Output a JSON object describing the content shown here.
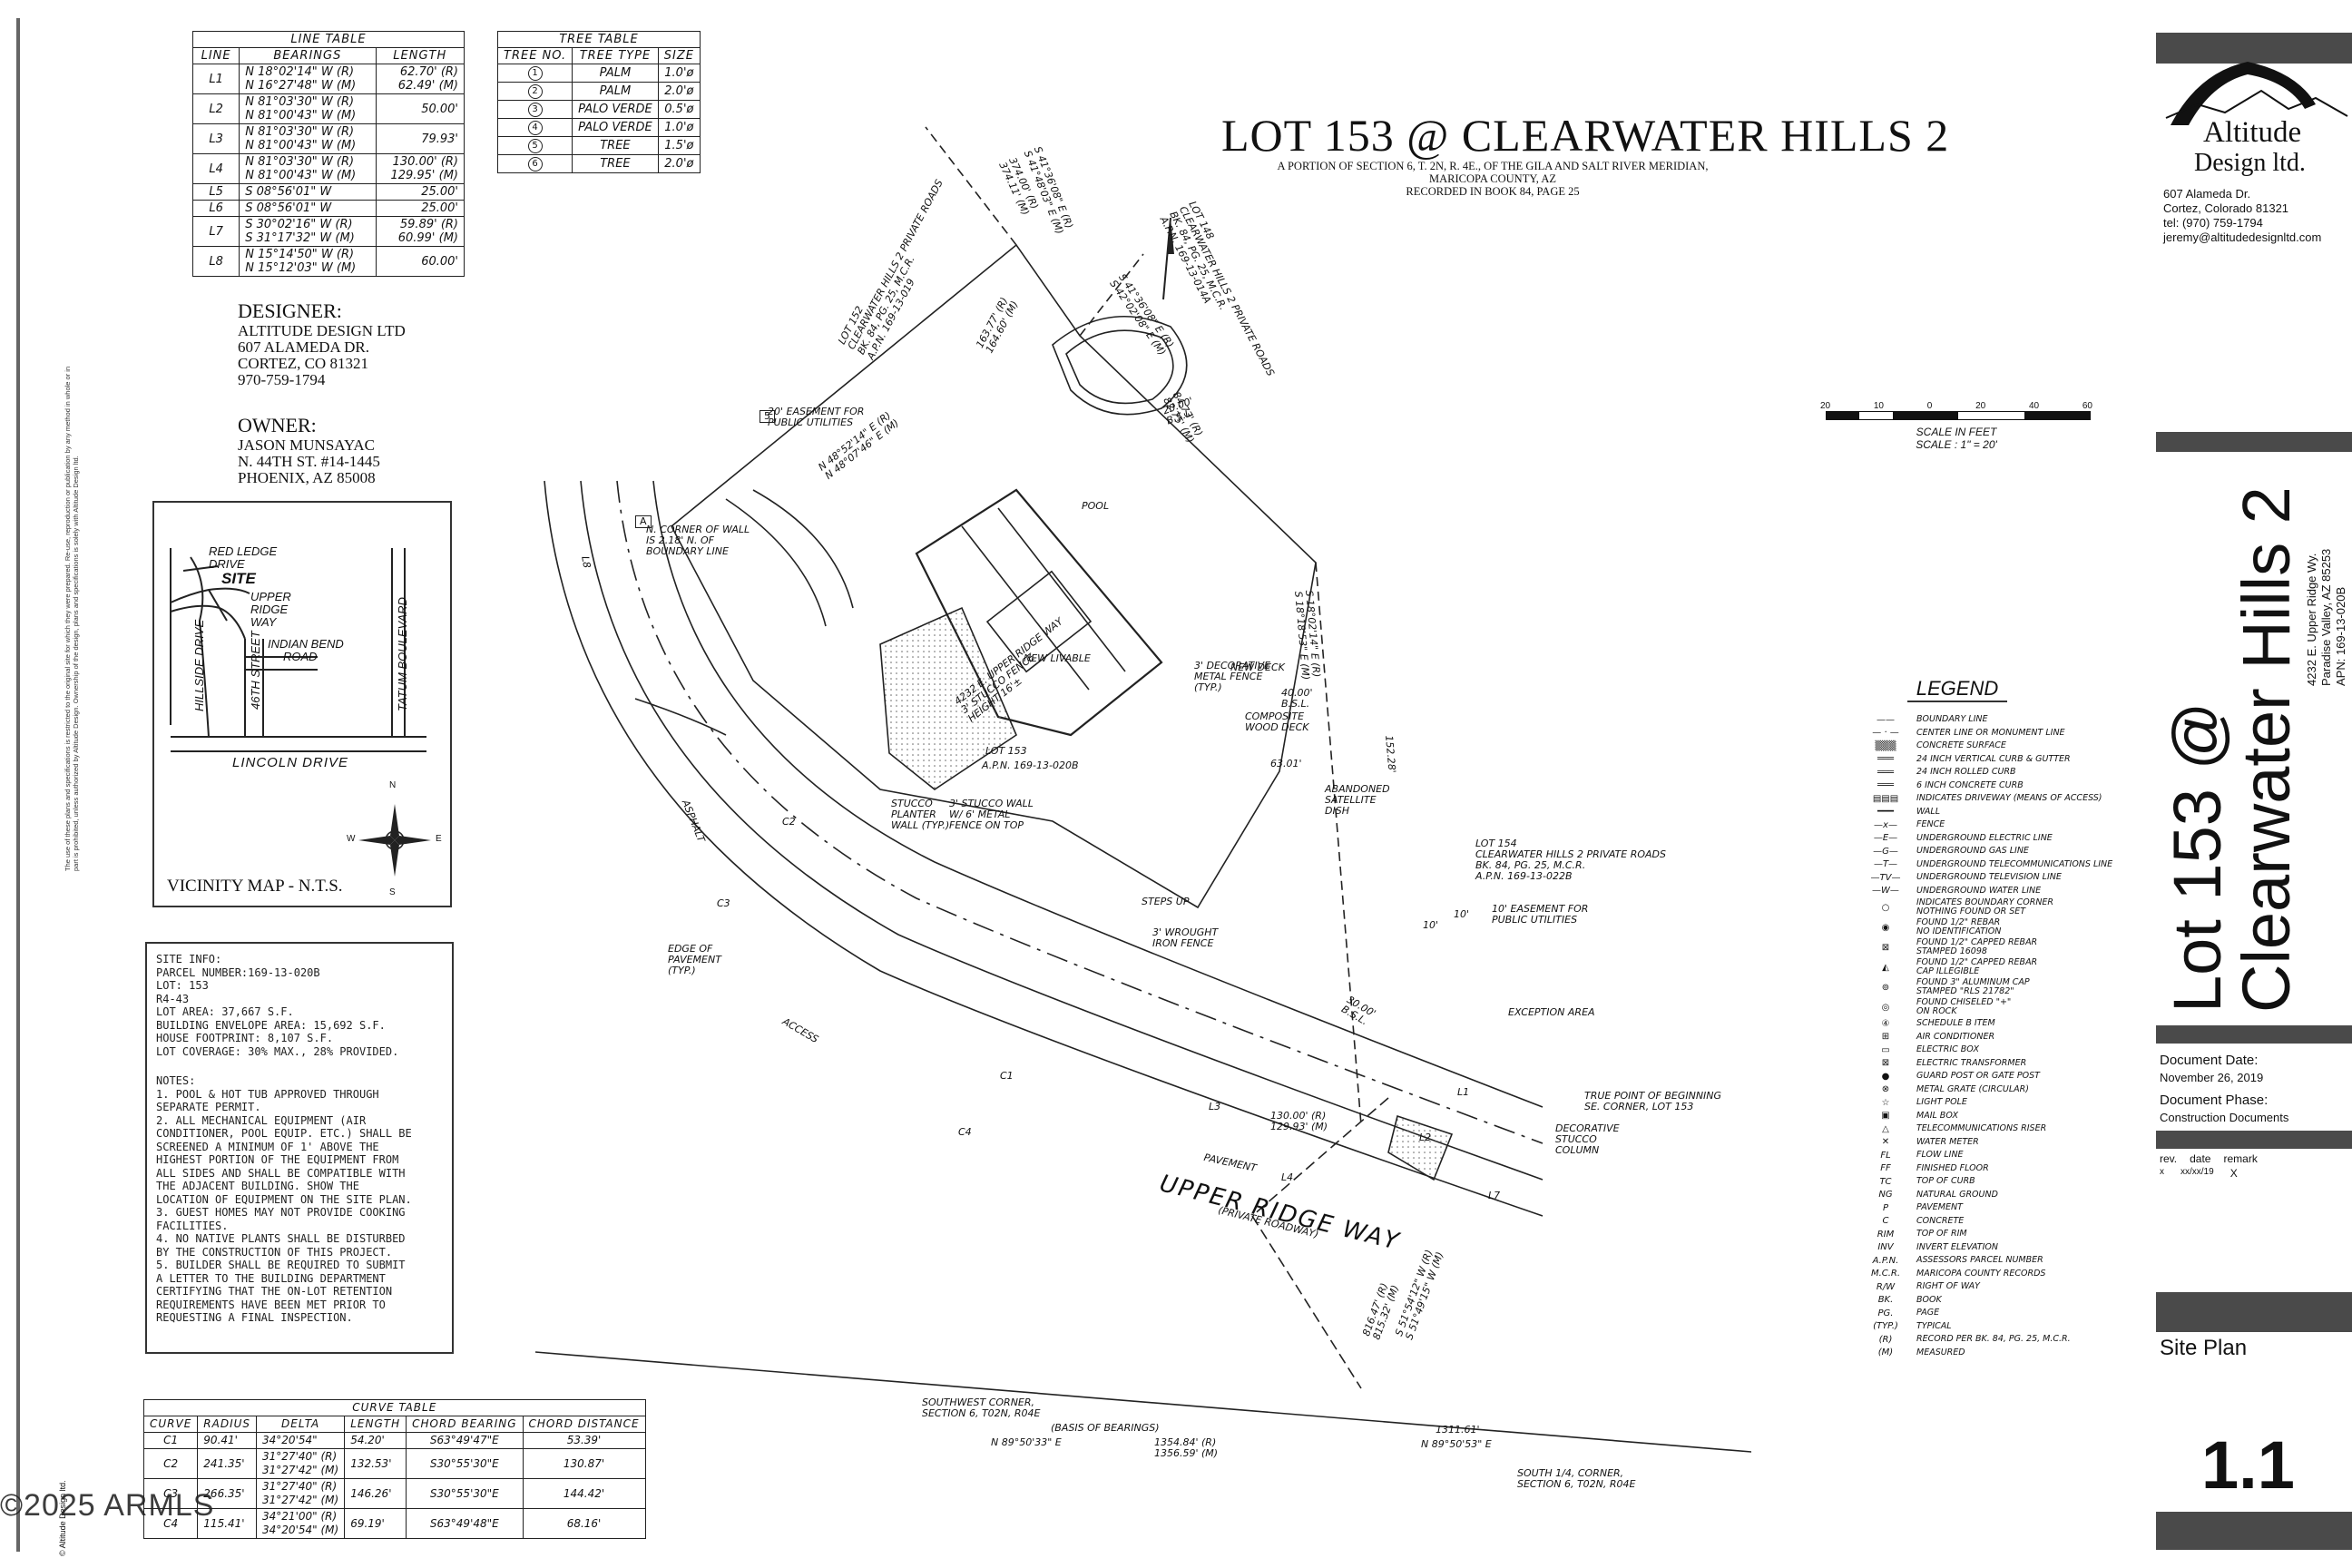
{
  "watermark": "©2025 ARMLS",
  "title": {
    "main": "LOT 153 @ CLEARWATER HILLS 2",
    "sub1": "A PORTION OF SECTION 6, T. 2N, R. 4E., OF THE GILA AND SALT RIVER MERIDIAN,",
    "sub2": "MARICOPA COUNTY, AZ",
    "sub3": "RECORDED IN BOOK 84, PAGE 25"
  },
  "line_table": {
    "title": "LINE TABLE",
    "headers": [
      "LINE",
      "BEARINGS",
      "LENGTH"
    ],
    "rows": [
      {
        "line": "L1",
        "bearings": [
          "N 18°02'14\" W (R)",
          "N 16°27'48\" W (M)"
        ],
        "lengths": [
          "62.70' (R)",
          "62.49' (M)"
        ]
      },
      {
        "line": "L2",
        "bearings": [
          "N 81°03'30\" W (R)",
          "N 81°00'43\" W (M)"
        ],
        "lengths": [
          "50.00'"
        ]
      },
      {
        "line": "L3",
        "bearings": [
          "N 81°03'30\" W (R)",
          "N 81°00'43\" W (M)"
        ],
        "lengths": [
          "79.93'"
        ]
      },
      {
        "line": "L4",
        "bearings": [
          "N 81°03'30\" W (R)",
          "N 81°00'43\" W (M)"
        ],
        "lengths": [
          "130.00' (R)",
          "129.95' (M)"
        ]
      },
      {
        "line": "L5",
        "bearings": [
          "S 08°56'01\" W"
        ],
        "lengths": [
          "25.00'"
        ]
      },
      {
        "line": "L6",
        "bearings": [
          "S 08°56'01\" W"
        ],
        "lengths": [
          "25.00'"
        ]
      },
      {
        "line": "L7",
        "bearings": [
          "S 30°02'16\" W (R)",
          "S 31°17'32\" W (M)"
        ],
        "lengths": [
          "59.89' (R)",
          "60.99' (M)"
        ]
      },
      {
        "line": "L8",
        "bearings": [
          "N 15°14'50\" W (R)",
          "N 15°12'03\" W (M)"
        ],
        "lengths": [
          "60.00'"
        ]
      }
    ]
  },
  "tree_table": {
    "title": "TREE TABLE",
    "headers": [
      "TREE NO.",
      "TREE TYPE",
      "SIZE"
    ],
    "rows": [
      {
        "no": "1",
        "type": "PALM",
        "size": "1.0'ø"
      },
      {
        "no": "2",
        "type": "PALM",
        "size": "2.0'ø"
      },
      {
        "no": "3",
        "type": "PALO VERDE",
        "size": "0.5'ø"
      },
      {
        "no": "4",
        "type": "PALO VERDE",
        "size": "1.0'ø"
      },
      {
        "no": "5",
        "type": "TREE",
        "size": "1.5'ø"
      },
      {
        "no": "6",
        "type": "TREE",
        "size": "2.0'ø"
      }
    ]
  },
  "designer": {
    "heading": "DESIGNER:",
    "lines": [
      "ALTITUDE DESIGN LTD",
      "607 ALAMEDA DR.",
      "CORTEZ, CO  81321",
      "970-759-1794"
    ]
  },
  "owner": {
    "heading": "OWNER:",
    "lines": [
      "JASON MUNSAYAC",
      "N. 44TH ST. #14-1445",
      "PHOENIX, AZ  85008"
    ]
  },
  "vicinity_map": {
    "title": "VICINITY MAP - N.T.S.",
    "labels": {
      "red_ledge": "RED LEDGE",
      "drive": "DRIVE",
      "site": "SITE",
      "upper": "UPPER",
      "ridge": "RIDGE",
      "way": "WAY",
      "indian_bend": "INDIAN BEND",
      "road": "ROAD",
      "street_46": "46TH STREET",
      "hillside": "HILLSIDE DRIVE",
      "tatum": "TATUM BOULEVARD",
      "lincoln": "LINCOLN DRIVE",
      "north": "N",
      "south": "S",
      "east": "E",
      "west": "W"
    }
  },
  "site_info": {
    "heading": "SITE INFO:",
    "lines": [
      "PARCEL NUMBER:169-13-020B",
      "LOT: 153",
      "R4-43",
      "LOT AREA: 37,667 S.F.",
      "BUILDING ENVELOPE AREA: 15,692 S.F.",
      "HOUSE FOOTPRINT: 8,107 S.F.",
      "LOT COVERAGE: 30% MAX., 28% PROVIDED."
    ]
  },
  "notes": {
    "heading": "NOTES:",
    "items": [
      "1. POOL & HOT TUB APPROVED THROUGH\nSEPARATE PERMIT.",
      "2. ALL MECHANICAL EQUIPMENT (AIR\nCONDITIONER, POOL EQUIP. ETC.) SHALL BE\nSCREENED A MINIMUM OF 1' ABOVE THE\nHIGHEST PORTION OF THE EQUIPMENT FROM\nALL SIDES AND SHALL BE COMPATIBLE WITH\nTHE ADJACENT BUILDING.  SHOW THE\nLOCATION OF EQUIPMENT ON THE SITE PLAN.",
      "3. GUEST HOMES MAY NOT PROVIDE COOKING\nFACILITIES.",
      "4. NO NATIVE PLANTS SHALL BE DISTURBED\nBY THE CONSTRUCTION OF THIS PROJECT.",
      "5. BUILDER SHALL BE REQUIRED TO SUBMIT\nA LETTER TO THE BUILDING DEPARTMENT\nCERTIFYING THAT THE ON-LOT RETENTION\nREQUIREMENTS HAVE BEEN MET PRIOR TO\nREQUESTING A FINAL INSPECTION."
    ]
  },
  "curve_table": {
    "title": "CURVE TABLE",
    "headers": [
      "CURVE",
      "RADIUS",
      "DELTA",
      "LENGTH",
      "CHORD BEARING",
      "CHORD DISTANCE"
    ],
    "rows": [
      {
        "curve": "C1",
        "radius": "90.41'",
        "delta": [
          "34°20'54\""
        ],
        "length": "54.20'",
        "bearing": "S63°49'47\"E",
        "distance": "53.39'"
      },
      {
        "curve": "C2",
        "radius": "241.35'",
        "delta": [
          "31°27'40\" (R)",
          "31°27'42\" (M)"
        ],
        "length": "132.53'",
        "bearing": "S30°55'30\"E",
        "distance": "130.87'"
      },
      {
        "curve": "C3",
        "radius": "266.35'",
        "delta": [
          "31°27'40\" (R)",
          "31°27'42\" (M)"
        ],
        "length": "146.26'",
        "bearing": "S30°55'30\"E",
        "distance": "144.42'"
      },
      {
        "curve": "C4",
        "radius": "115.41'",
        "delta": [
          "34°21'00\" (R)",
          "34°20'54\" (M)"
        ],
        "length": "69.19'",
        "bearing": "S63°49'48\"E",
        "distance": "68.16'"
      }
    ]
  },
  "side_disclaimer": "The use of these plans and specifications is restricted to the original site for which they were prepared. Re-use, reproduction or publication by any method in whole or in part is prohibited, unless authorized by Altitude Design. Ownership of the design, plans and specifications is solely with Altitude Design ltd.",
  "side_copyright": "© Altitude Design ltd.",
  "plan_labels": {
    "pool": "POOL",
    "new_livable": "NEW LIVABLE",
    "decorative_fence": "3' DECORATIVE\nMETAL FENCE\n(TYP.)",
    "new_deck": "NEW DECK",
    "composite_deck": "COMPOSITE\nWOOD DECK",
    "satellite": "ABANDONED\nSATELLITE\nDISH",
    "lot153": "LOT 153",
    "lot153_apn": "A.P.N. 169-13-020B",
    "address_block": "4232 E. UPPER RIDGE WAY\n3' STUCCO FENCE\nHEIGHT 16'±",
    "stucco_planter": "STUCCO\nPLANTER\nWALL (TYP.)",
    "stucco_wall": "3' STUCCO WALL\nW/ 6' METAL\nFENCE ON TOP",
    "steps_up": "STEPS UP",
    "iron_fence": "3' WROUGHT\nIRON FENCE",
    "edge_pavement": "EDGE OF\nPAVEMENT\n(TYP.)",
    "asphalt": "ASPHALT",
    "access": "ACCESS",
    "lot154": "LOT 154\nCLEARWATER HILLS 2 PRIVATE ROADS\nBK. 84, PG. 25, M.C.R.\nA.P.N. 169-13-022B",
    "easement10": "10' EASEMENT FOR\nPUBLIC UTILITIES",
    "exception_area": "EXCEPTION AREA",
    "tpob": "TRUE POINT OF BEGINNING\nSE. CORNER, LOT 153",
    "decorative_column": "DECORATIVE\nSTUCCO\nCOLUMN",
    "pavement": "PAVEMENT",
    "upper_ridge": "UPPER RIDGE WAY",
    "private_roadway": "(PRIVATE ROADWAY)",
    "sw_corner": "SOUTHWEST CORNER,\nSECTION 6, T02N, R04E",
    "basis": "(BASIS OF BEARINGS)",
    "bearing1": "N 89°50'33\" E",
    "dist1": "1354.84' (R)\n1356.59' (M)",
    "dist2": "1311.61'",
    "bearing2": "N 89°50'53\" E",
    "south_quarter": "SOUTH 1/4, CORNER,\nSECTION 6, T02N, R04E",
    "diag_dist": "816.47' (R)\n815.32' (M)",
    "diag_bearing": "S 51°54'12\" W (R)\nS 51°49'15\" W (M)",
    "lot152": "LOT 152\nCLEARWATER HILLS 2 PRIVATE ROADS\nBK. 84, PG. 25, M.C.R.\nA.P.N. 169-13-019",
    "lot148": "LOT 148\nCLEARWATER HILLS 2 PRIVATE ROADS\nBK. 84, PG. 25, M.C.R.\nA.P.N. 169-13-014A",
    "easement20": "20' EASEMENT FOR\nPUBLIC UTILITIES",
    "corner_wall": "N. CORNER OF WALL\nIS 2.18' N. OF\nBOUNDARY LINE",
    "dims_top": "163.77' (R)\n164.60' (M)",
    "bearing_top": "N 48°52'14\" E (R)\nN 48°07'46\" E (M)",
    "dims_topright": "84.73' (R)\n82.75' (M)",
    "bearing_topright": "S 41°36'08\" E (R)\nS 42°02'08\" E (M)",
    "dims_far": "374.00' (R)\n374.11' (M)",
    "bearing_far": "S 41°36'08\" E (R)\nS 41°48'03\" E (M)",
    "right_bearing": "S 18°02'14\" E (R)\nS 18°18'53\" E (M)",
    "right_dist": "152.28'",
    "bottom_dist": "130.00' (R)\n129.93' (M)",
    "bsl_40": "40.00'\nB.S.L.",
    "bsl_30": "30.00'\nB.S.L.",
    "bsl_20": "20.00'\nB.S.L.",
    "bsl_63": "63.01'",
    "label_a": "A",
    "label_5": "5",
    "l1": "L1",
    "l2": "L2",
    "l3": "L3",
    "l4": "L4",
    "l7": "L7",
    "l8": "L8",
    "c1": "C1",
    "c2": "C2",
    "c3": "C3",
    "c4": "C4",
    "ten1": "10'",
    "ten2": "10'"
  },
  "scale": {
    "ticks": [
      "20",
      "10",
      "0",
      "20",
      "40",
      "60"
    ],
    "label1": "SCALE IN FEET",
    "label2": "SCALE : 1\" = 20'"
  },
  "legend": {
    "title": "LEGEND",
    "items": [
      {
        "sym": "——",
        "text": "BOUNDARY LINE"
      },
      {
        "sym": "— · —",
        "text": "CENTER LINE OR MONUMENT LINE"
      },
      {
        "sym": "▒▒▒",
        "text": "CONCRETE SURFACE"
      },
      {
        "sym": "═══",
        "text": "24 INCH VERTICAL CURB & GUTTER"
      },
      {
        "sym": "═══",
        "text": "24 INCH ROLLED CURB"
      },
      {
        "sym": "═══",
        "text": "6 INCH CONCRETE CURB"
      },
      {
        "sym": "▤▤▤",
        "text": "INDICATES DRIVEWAY (MEANS OF ACCESS)"
      },
      {
        "sym": "━━━",
        "text": "WALL"
      },
      {
        "sym": "—x—",
        "text": "FENCE"
      },
      {
        "sym": "—E—",
        "text": "UNDERGROUND ELECTRIC LINE"
      },
      {
        "sym": "—G—",
        "text": "UNDERGROUND GAS LINE"
      },
      {
        "sym": "—T—",
        "text": "UNDERGROUND TELECOMMUNICATIONS LINE"
      },
      {
        "sym": "—TV—",
        "text": "UNDERGROUND TELEVISION LINE"
      },
      {
        "sym": "—W—",
        "text": "UNDERGROUND WATER LINE"
      },
      {
        "sym": "○",
        "text": "INDICATES BOUNDARY CORNER\nNOTHING FOUND OR SET"
      },
      {
        "sym": "◉",
        "text": "FOUND 1/2\" REBAR\nNO IDENTIFICATION"
      },
      {
        "sym": "⊠",
        "text": "FOUND 1/2\" CAPPED REBAR\nSTAMPED 16098"
      },
      {
        "sym": "◭",
        "text": "FOUND 1/2\" CAPPED REBAR\nCAP ILLEGIBLE"
      },
      {
        "sym": "⊚",
        "text": "FOUND 3\" ALUMINUM CAP\nSTAMPED \"RLS 21782\""
      },
      {
        "sym": "◎",
        "text": "FOUND CHISELED \"+\"\nON ROCK"
      },
      {
        "sym": "④",
        "text": "SCHEDULE B ITEM"
      },
      {
        "sym": "⊞",
        "text": "AIR CONDITIONER"
      },
      {
        "sym": "▭",
        "text": "ELECTRIC BOX"
      },
      {
        "sym": "⊠",
        "text": "ELECTRIC TRANSFORMER"
      },
      {
        "sym": "●",
        "text": "GUARD POST OR GATE POST"
      },
      {
        "sym": "⊗",
        "text": "METAL GRATE (CIRCULAR)"
      },
      {
        "sym": "☆",
        "text": "LIGHT POLE"
      },
      {
        "sym": "▣",
        "text": "MAIL BOX"
      },
      {
        "sym": "△",
        "text": "TELECOMMUNICATIONS RISER"
      },
      {
        "sym": "✕",
        "text": "WATER METER"
      },
      {
        "sym": "FL",
        "text": "FLOW LINE"
      },
      {
        "sym": "FF",
        "text": "FINISHED FLOOR"
      },
      {
        "sym": "TC",
        "text": "TOP OF CURB"
      },
      {
        "sym": "NG",
        "text": "NATURAL GROUND"
      },
      {
        "sym": "P",
        "text": "PAVEMENT"
      },
      {
        "sym": "C",
        "text": "CONCRETE"
      },
      {
        "sym": "RIM",
        "text": "TOP OF RIM"
      },
      {
        "sym": "INV",
        "text": "INVERT ELEVATION"
      },
      {
        "sym": "A.P.N.",
        "text": "ASSESSORS PARCEL NUMBER"
      },
      {
        "sym": "M.C.R.",
        "text": "MARICOPA COUNTY RECORDS"
      },
      {
        "sym": "R/W",
        "text": "RIGHT OF WAY"
      },
      {
        "sym": "BK.",
        "text": "BOOK"
      },
      {
        "sym": "PG.",
        "text": "PAGE"
      },
      {
        "sym": "(TYP.)",
        "text": "TYPICAL"
      },
      {
        "sym": "(R)",
        "text": "RECORD PER BK. 84, PG. 25, M.C.R."
      },
      {
        "sym": "(M)",
        "text": "MEASURED"
      }
    ]
  },
  "title_block": {
    "company1": "Altitude",
    "company2": "Design ltd.",
    "address": "607 Alameda Dr.",
    "city": "Cortez, Colorado  81321",
    "tel": "tel:    (970) 759-1794",
    "email": "jeremy@altitudedesignltd.com",
    "project1": "Lot 153 @",
    "project2": "Clearwater Hills 2",
    "addr1": "4232 E. Upper Ridge Wy.",
    "addr2": "Paradise Valley, AZ 85253",
    "addr3": "APN: 169-13-020B",
    "doc_date_label": "Document Date:",
    "doc_date": "November 26, 2019",
    "doc_phase_label": "Document Phase:",
    "doc_phase": "Construction Documents",
    "rev_headers": [
      "rev.",
      "date",
      "remark"
    ],
    "rev_row": [
      "x",
      "xx/xx/19",
      "X"
    ],
    "sheet_name": "Site Plan",
    "sheet_number": "1.1"
  }
}
